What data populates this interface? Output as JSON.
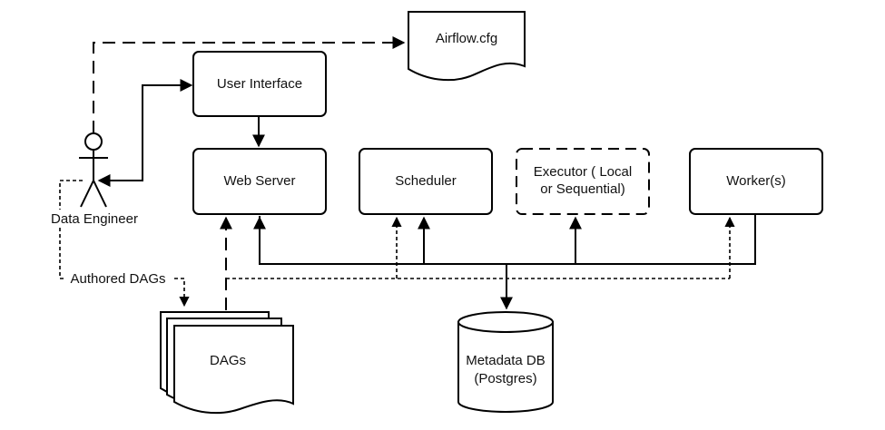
{
  "nodes": {
    "airflow_cfg": "Airflow.cfg",
    "user_interface": "User Interface",
    "web_server": "Web Server",
    "scheduler": "Scheduler",
    "executor_line1": "Executor ( Local",
    "executor_line2": "or Sequential)",
    "workers": "Worker(s)",
    "data_engineer": "Data Engineer",
    "dags": "DAGs",
    "metadata_line1": "Metadata DB",
    "metadata_line2": "(Postgres)"
  },
  "edges": {
    "authored_dags": "Authored DAGs"
  }
}
